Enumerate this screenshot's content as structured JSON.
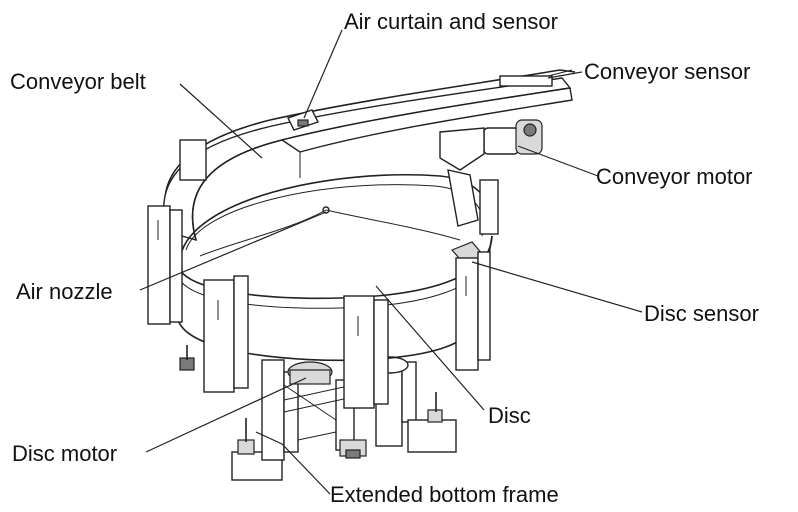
{
  "labels": {
    "air_curtain": "Air curtain and sensor",
    "conveyor_belt": "Conveyor belt",
    "conveyor_sensor": "Conveyor sensor",
    "conveyor_motor": "Conveyor motor",
    "air_nozzle": "Air nozzle",
    "disc_sensor": "Disc sensor",
    "disc": "Disc",
    "disc_motor": "Disc motor",
    "bottom_frame": "Extended bottom frame"
  }
}
